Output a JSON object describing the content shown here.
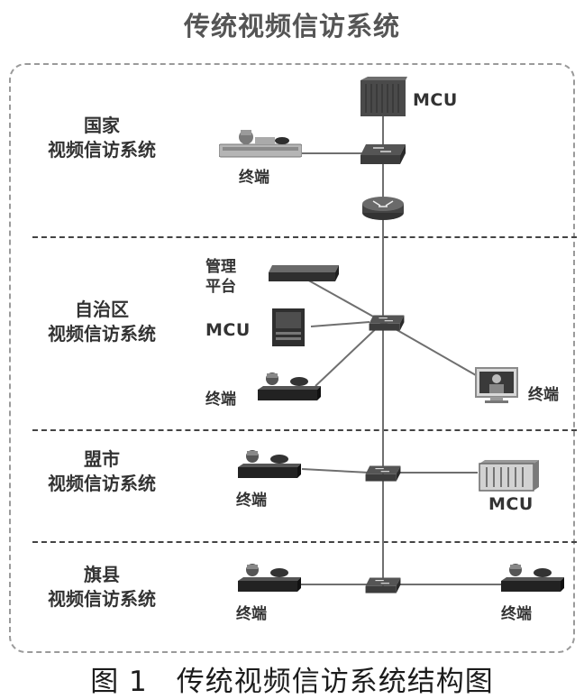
{
  "title": "传统视频信访系统",
  "caption": "图 1　传统视频信访系统结构图",
  "tiers": [
    {
      "line1": "国家",
      "line2": "视频信访系统"
    },
    {
      "line1": "自治区",
      "line2": "视频信访系统"
    },
    {
      "line1": "盟市",
      "line2": "视频信访系统"
    },
    {
      "line1": "旗县",
      "line2": "视频信访系统"
    }
  ],
  "national": {
    "mcu": "MCU",
    "terminal": "终端"
  },
  "region": {
    "mgmt_line1": "管理",
    "mgmt_line2": "平台",
    "mcu": "MCU",
    "terminal_left": "终端",
    "terminal_right": "终端"
  },
  "city": {
    "terminal": "终端",
    "mcu": "MCU"
  },
  "county": {
    "terminal_left": "终端",
    "terminal_right": "终端"
  }
}
